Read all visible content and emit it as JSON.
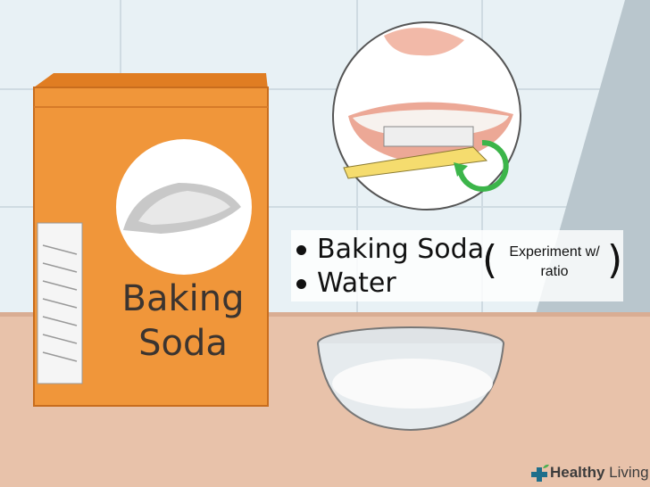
{
  "box": {
    "line1": "Baking",
    "line2": "Soda"
  },
  "ingredients": [
    "Baking Soda",
    "Water"
  ],
  "note": {
    "line1": "Experiment w/",
    "line2": "ratio"
  },
  "logo": {
    "brand_bold": "Healthy",
    "brand_rest": "Living"
  },
  "colors": {
    "box": "#f0963a",
    "counter": "#e8c2aa",
    "wall": "#e8f1f5",
    "arrow": "#3cb54a",
    "brush": "#f5dc6e"
  }
}
